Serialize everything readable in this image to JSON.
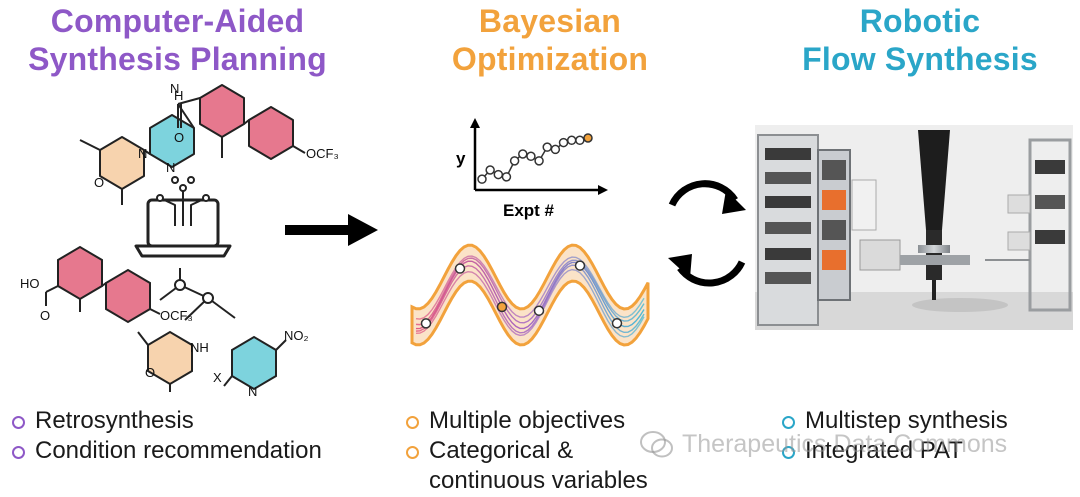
{
  "colors": {
    "purple": "#8e58c7",
    "orange": "#f2a23c",
    "teal": "#2aa6c8",
    "pink": "#e05a7e",
    "ring_blue": "#55c6dd",
    "ring_orange": "#f5c384"
  },
  "columns": [
    {
      "title_line1": "Computer-Aided",
      "title_line2": "Synthesis Planning",
      "bullets": [
        "Retrosynthesis",
        "Condition recommendation"
      ]
    },
    {
      "title_line1": "Bayesian",
      "title_line2": "Optimization",
      "bullets": [
        "Multiple objectives",
        "Categorical &",
        "continuous variables"
      ]
    },
    {
      "title_line1": "Robotic",
      "title_line2": "Flow Synthesis",
      "bullets": [
        "Multistep synthesis",
        "Integrated PAT"
      ]
    }
  ],
  "plot": {
    "y_label": "y",
    "x_label": "Expt #",
    "y_values": [
      0.15,
      0.35,
      0.25,
      0.2,
      0.55,
      0.7,
      0.65,
      0.55,
      0.85,
      0.8,
      0.95,
      1.0,
      1.0,
      1.05
    ]
  },
  "molecules": {
    "amide_nh": "H",
    "amide_n": "N",
    "amide_o": "O",
    "morpholine_n": "N",
    "morpholine_o": "O",
    "pyridine_n": "N",
    "ocf3_top": "OCF₃",
    "acid_ho": "HO",
    "acid_o": "O",
    "ocf3_bottom": "OCF₃",
    "morpholine2_nh": "NH",
    "morpholine2_o": "O",
    "nitro": "NO₂",
    "halide_x": "X",
    "pyridine2_n": "N"
  },
  "watermark": "Therapeutics Data Commons"
}
